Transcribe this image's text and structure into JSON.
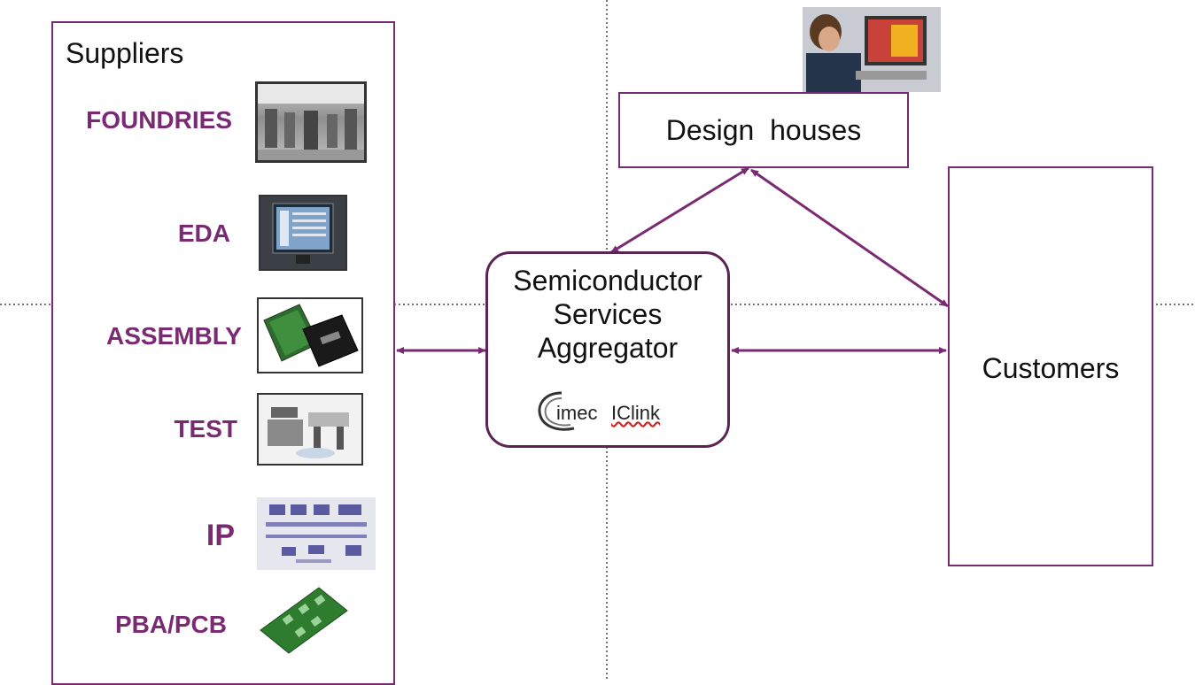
{
  "suppliers": {
    "title": "Suppliers",
    "items": [
      {
        "label": "FOUNDRIES",
        "icon": "cleanroom-photo-icon"
      },
      {
        "label": "EDA",
        "icon": "monitor-photo-icon"
      },
      {
        "label": "ASSEMBLY",
        "icon": "chip-package-photo-icon"
      },
      {
        "label": "TEST",
        "icon": "test-equipment-photo-icon"
      },
      {
        "label": "IP",
        "icon": "block-diagram-icon"
      },
      {
        "label": "PBA/PCB",
        "icon": "circuit-board-photo-icon"
      }
    ]
  },
  "design_houses": {
    "label": "Design  houses",
    "icon": "designer-at-workstation-photo-icon"
  },
  "aggregator": {
    "line1": "Semiconductor",
    "line2": "Services",
    "line3": "Aggregator",
    "logo_imec": "imec",
    "logo_iclink": "IClink"
  },
  "customers": {
    "label": "Customers"
  },
  "colors": {
    "accent": "#7a2a72",
    "text": "#111111"
  }
}
